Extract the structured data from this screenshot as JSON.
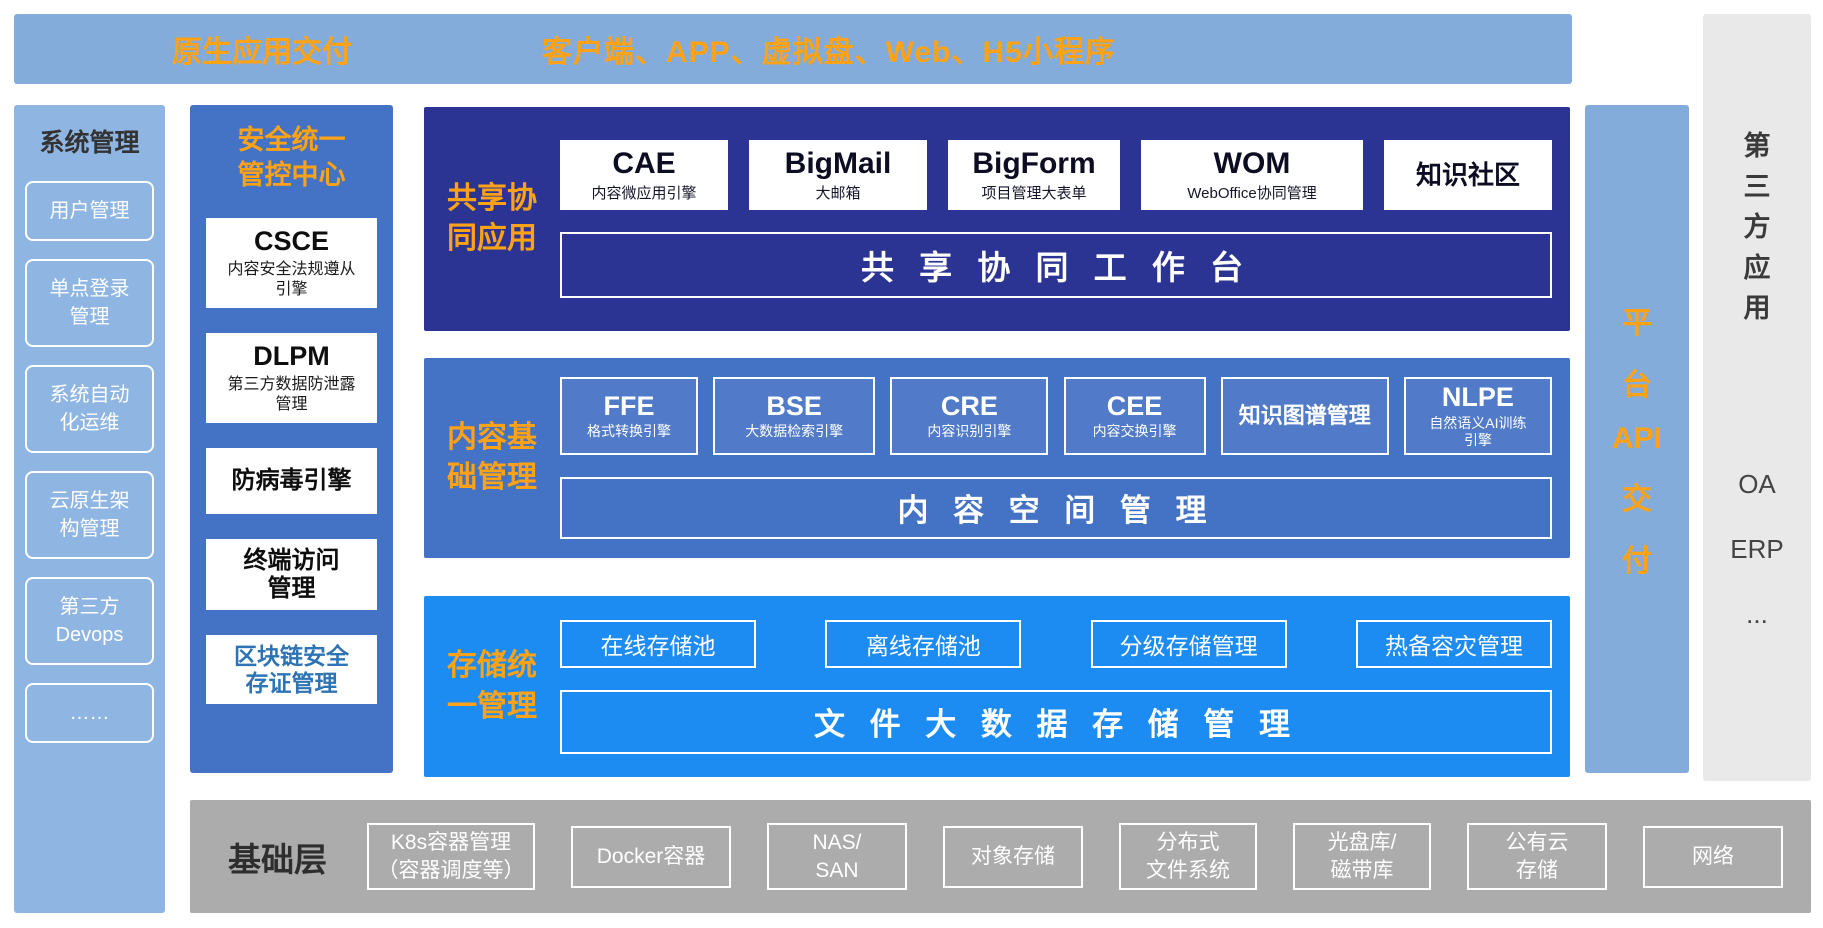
{
  "palette": {
    "accent_orange": "#FFA216",
    "light_blue": "#83ACDB",
    "sidebar_blue": "#8FB6E3",
    "medium_blue": "#4472C4",
    "navy_blue": "#2C3493",
    "bright_blue": "#1D8CF2",
    "panel_gray": "#E9E9E9",
    "base_gray": "#ACACAC",
    "white": "#FFFFFF"
  },
  "top_bar": {
    "label": "原生应用交付",
    "channels": "客户端、APP、虚拟盘、Web、H5小程序"
  },
  "system_panel": {
    "title": "系统管理",
    "items": [
      "用户管理",
      "单点登录\n管理",
      "系统自动\n化运维",
      "云原生架\n构管理",
      "第三方\nDevops",
      "……"
    ]
  },
  "security_panel": {
    "title": "安全统一\n管控中心",
    "items": [
      {
        "name": "CSCE",
        "desc": "内容安全法规遵从\n引擎"
      },
      {
        "name": "DLPM",
        "desc": "第三方数据防泄露\n管理"
      },
      {
        "name": "防病毒引擎"
      },
      {
        "name": "终端访问\n管理"
      },
      {
        "name": "区块链安全\n存证管理"
      }
    ]
  },
  "layers": [
    {
      "label": "共享协\n同应用",
      "modules": [
        {
          "name": "CAE",
          "desc": "内容微应用引擎"
        },
        {
          "name": "BigMail",
          "desc": "大邮箱"
        },
        {
          "name": "BigForm",
          "desc": "项目管理大表单"
        },
        {
          "name": "WOM",
          "desc": "WebOffice协同管理"
        },
        {
          "name": "知识社区"
        }
      ],
      "bar": "共 享 协 同 工 作 台"
    },
    {
      "label": "内容基\n础管理",
      "modules": [
        {
          "name": "FFE",
          "desc": "格式转换引擎"
        },
        {
          "name": "BSE",
          "desc": "大数据检索引擎"
        },
        {
          "name": "CRE",
          "desc": "内容识别引擎"
        },
        {
          "name": "CEE",
          "desc": "内容交换引擎"
        },
        {
          "name": "知识图谱管理"
        },
        {
          "name": "NLPE",
          "desc": "自然语义AI训练\n引擎"
        }
      ],
      "bar": "内 容 空 间 管 理"
    },
    {
      "label": "存储统\n一管理",
      "modules": [
        {
          "name": "在线存储池"
        },
        {
          "name": "离线存储池"
        },
        {
          "name": "分级存储管理"
        },
        {
          "name": "热备容灾管理"
        }
      ],
      "bar": "文 件 大 数 据 存 储 管 理"
    }
  ],
  "api_column": {
    "lines": [
      "平",
      "台",
      "API",
      "交",
      "付"
    ]
  },
  "third_party": {
    "title_lines": [
      "第",
      "三",
      "方",
      "应",
      "用"
    ],
    "items": [
      "OA",
      "ERP",
      "..."
    ]
  },
  "base_layer": {
    "title": "基础层",
    "items": [
      "K8s容器管理\n（容器调度等）",
      "Docker容器",
      "NAS/\nSAN",
      "对象存储",
      "分布式\n文件系统",
      "光盘库/\n磁带库",
      "公有云\n存储",
      "网络"
    ]
  }
}
